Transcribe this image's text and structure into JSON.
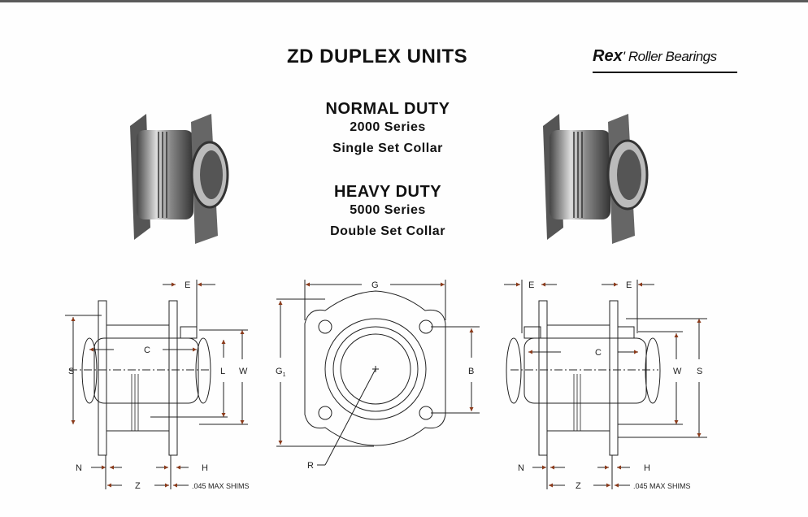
{
  "title": "ZD DUPLEX UNITS",
  "logo": {
    "brand": "Rex",
    "mark": "'",
    "product": "Roller Bearings"
  },
  "normal_duty": {
    "heading": "NORMAL DUTY",
    "series": "2000 Series",
    "collar": "Single Set Collar"
  },
  "heavy_duty": {
    "heading": "HEAVY DUTY",
    "series": "5000 Series",
    "collar": "Double Set Collar"
  },
  "drawings": {
    "left": {
      "E": "E",
      "C": "C",
      "S": "S",
      "L": "L",
      "W": "W",
      "N": "N",
      "H": "H",
      "Z": "Z",
      "shims": ".045 MAX SHIMS"
    },
    "center": {
      "G": "G",
      "G1": "G",
      "G1_sub": "1",
      "B": "B",
      "R": "R"
    },
    "right": {
      "E1": "E",
      "E2": "E",
      "C": "C",
      "W": "W",
      "S": "S",
      "N": "N",
      "H": "H",
      "Z": "Z",
      "shims": ".045 MAX SHIMS"
    }
  },
  "colors": {
    "arrow": "#8b3a1a",
    "line": "#222222"
  }
}
